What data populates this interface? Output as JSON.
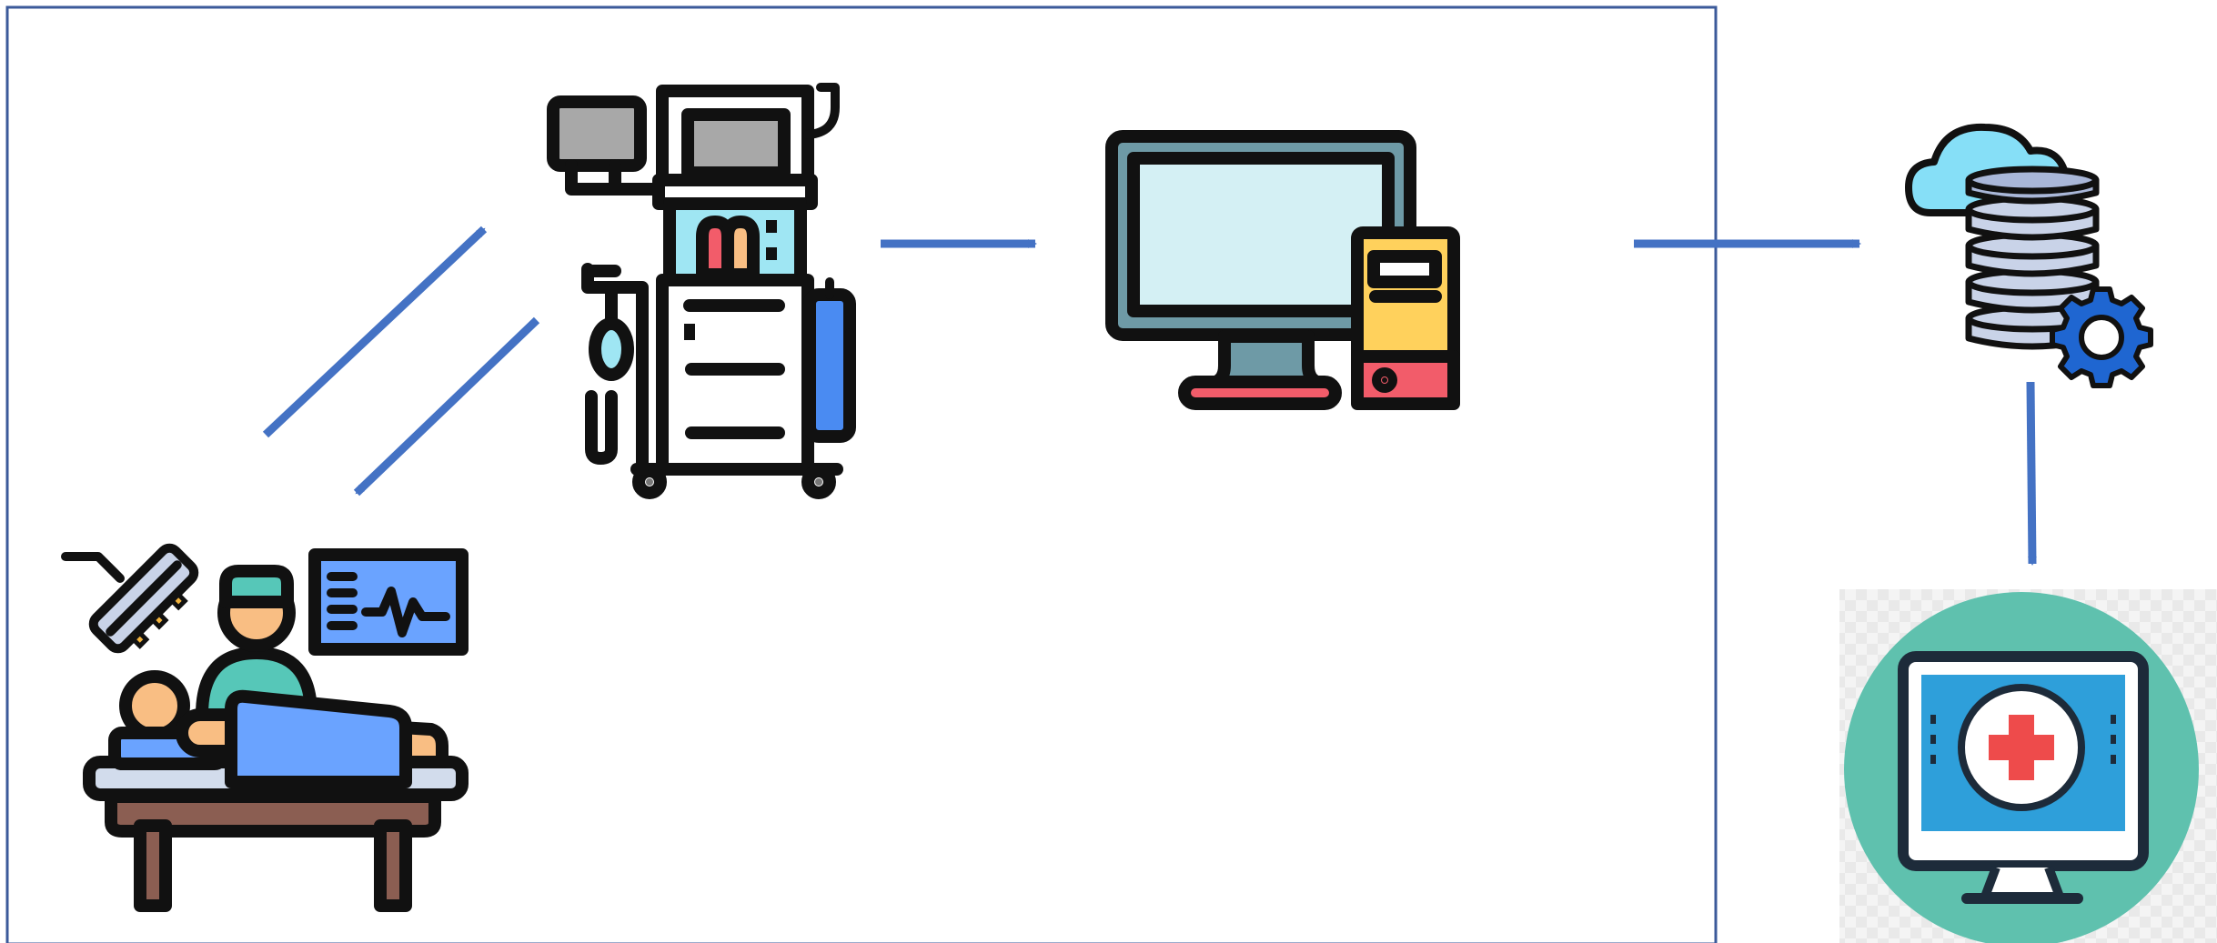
{
  "diagram": {
    "frame": {
      "color": "#3b5a9a"
    },
    "arrow_color": "#4472c4",
    "nodes": [
      {
        "id": "operating-room",
        "icon": "surgery-patient-monitor-icon"
      },
      {
        "id": "anesthesia-machine",
        "icon": "anesthesia-machine-icon"
      },
      {
        "id": "computer",
        "icon": "desktop-computer-icon"
      },
      {
        "id": "cloud-database",
        "icon": "cloud-database-gear-icon"
      },
      {
        "id": "medical-monitor",
        "icon": "medical-monitor-cross-icon"
      }
    ],
    "edges": [
      {
        "from": "operating-room",
        "to": "anesthesia-machine"
      },
      {
        "from": "anesthesia-machine",
        "to": "operating-room"
      },
      {
        "from": "anesthesia-machine",
        "to": "computer"
      },
      {
        "from": "computer",
        "to": "cloud-database"
      },
      {
        "from": "cloud-database",
        "to": "medical-monitor"
      }
    ]
  }
}
